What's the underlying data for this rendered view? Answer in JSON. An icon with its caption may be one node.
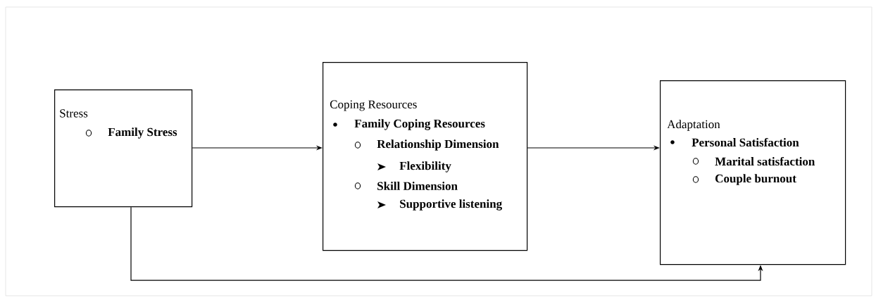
{
  "diagram": {
    "nodes": [
      {
        "text": [
          "Stress",
          "Family Stress"
        ]
      },
      {
        "text": [
          "Coping Resources",
          "Family Coping Resources",
          "Relationship Dimension",
          "Flexibility",
          "Skill Dimension",
          "Supportive listening"
        ]
      },
      {
        "text": [
          "Adaptation",
          "Personal Satisfaction",
          "Marital satisfaction",
          "Couple burnout"
        ]
      }
    ],
    "edges": [
      {
        "from": 0,
        "to": 1,
        "arrow": "to"
      },
      {
        "from": 1,
        "to": 2,
        "arrow": "to"
      },
      {
        "from": 0,
        "to": 2,
        "arrow": "to"
      }
    ]
  }
}
